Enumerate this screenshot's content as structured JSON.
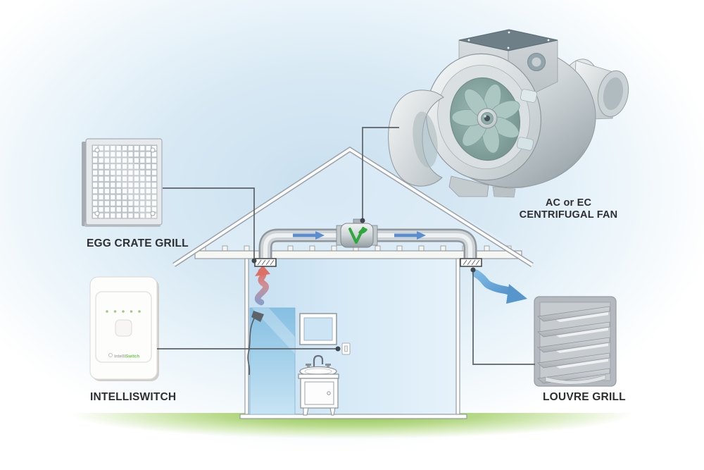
{
  "labels": {
    "egg_crate_grill": "EGG CRATE GRILL",
    "intelliswitch": "INTELLISWITCH",
    "louvre_grill": "LOUVRE GRILL",
    "centrifugal_fan_line1": "AC or EC",
    "centrifugal_fan_line2": "CENTRIFUGAL FAN"
  },
  "intelliswitch_device": {
    "logo_prefix": "intelli",
    "logo_suffix": "Switch",
    "led_count": 5
  },
  "components": [
    "egg-crate-grill",
    "intelliswitch-controller",
    "ac-or-ec-centrifugal-inline-fan",
    "louvre-grill",
    "house-cross-section-with-bathroom",
    "attic-duct-run-with-inline-fan",
    "ceiling-extract-grill",
    "soffit-exhaust-grill"
  ],
  "airflow": [
    {
      "name": "moist-air-rising-from-bathroom",
      "direction": "up",
      "colors": [
        "#8c9dc6",
        "#dd6f66"
      ]
    },
    {
      "name": "air-through-duct",
      "direction": "right",
      "color": "#5b8ed0"
    },
    {
      "name": "exhaust-air-outside",
      "direction": "down-right",
      "color": "#64a3d8"
    }
  ],
  "colors": {
    "background_blue": "#cbe0ef",
    "ground_green": "#97c653",
    "fan_logo_green": "#2ea83c",
    "impeller_teal": "#7f9e9a",
    "callout_line": "#5c6166",
    "label_text": "#2e2f31"
  }
}
